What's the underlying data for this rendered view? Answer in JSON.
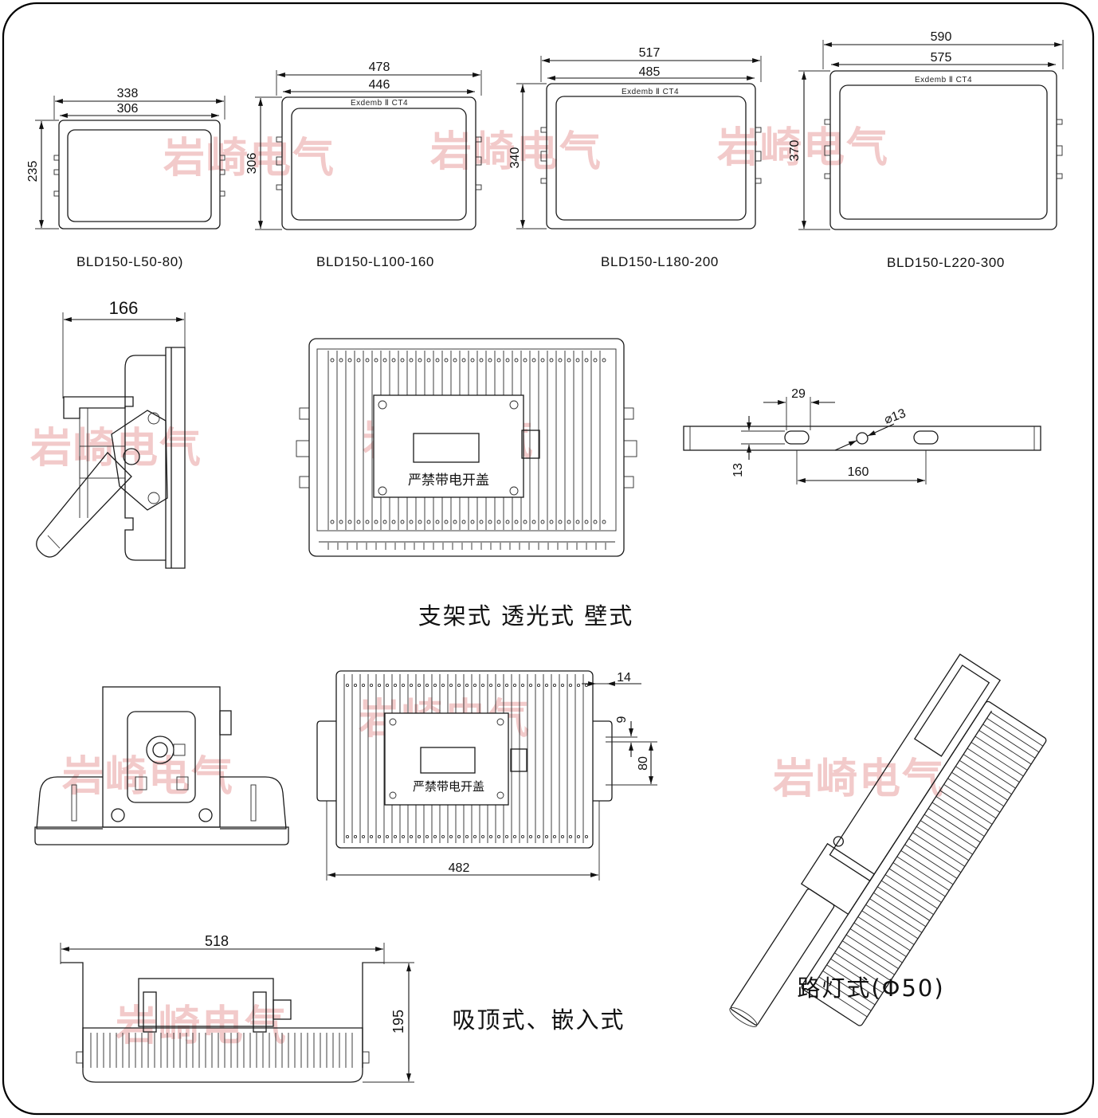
{
  "watermark": "岩崎电气",
  "front_views": [
    {
      "model": "BLD150-L50-80)",
      "width_outer": "338",
      "width_inner": "306",
      "height": "235"
    },
    {
      "model": "BLD150-L100-160",
      "width_outer": "478",
      "width_inner": "446",
      "height": "306",
      "marking": "Exdemb Ⅱ CT4"
    },
    {
      "model": "BLD150-L180-200",
      "width_outer": "517",
      "width_inner": "485",
      "height": "340",
      "marking": "Exdemb Ⅱ CT4"
    },
    {
      "model": "BLD150-L220-300",
      "width_outer": "590",
      "width_inner": "575",
      "height": "370",
      "marking": "Exdemb Ⅱ CT4"
    }
  ],
  "side_view": {
    "depth": "166"
  },
  "back_view": {
    "warning": "严禁带电开盖"
  },
  "bracket": {
    "slot_width": "29",
    "hole": "⌀13",
    "offset": "13",
    "spacing": "160"
  },
  "caption_mid": "支架式 透光式 壁式",
  "ceiling_back": {
    "warning": "严禁带电开盖",
    "edge": "14",
    "slot": "9",
    "pitch": "80",
    "width": "482"
  },
  "ceiling_side": {
    "width": "518",
    "height": "195"
  },
  "caption_ceiling": "吸顶式、嵌入式",
  "caption_street": "路灯式(Φ50)",
  "colors": {
    "watermark": "#e8a0a0",
    "line": "#1a1a1a",
    "frame": "#000000"
  }
}
